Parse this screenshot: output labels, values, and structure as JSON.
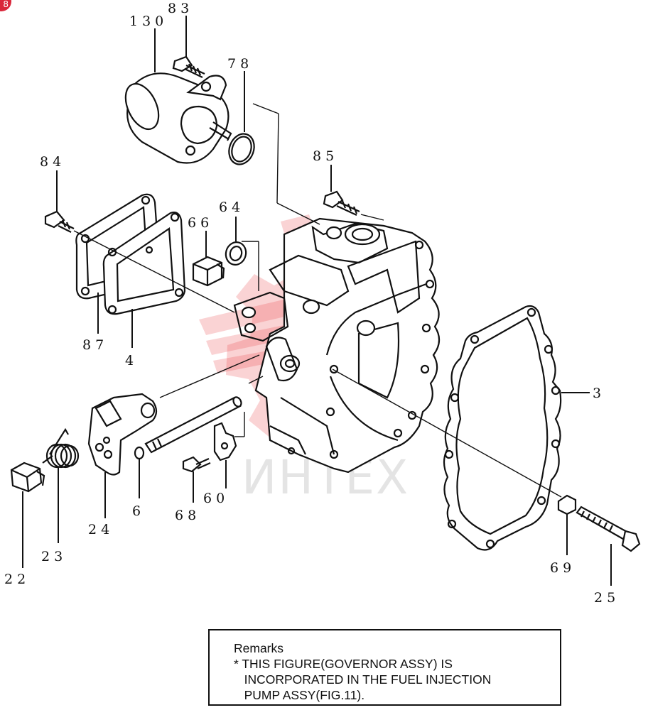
{
  "badge": {
    "text": "8"
  },
  "watermark": {
    "text": "ИНТЕХ",
    "color": "#e8383d"
  },
  "callouts": {
    "c130": "130",
    "c83": "83",
    "c78": "78",
    "c84": "84",
    "c85": "85",
    "c66": "66",
    "c64": "64",
    "c87": "87",
    "c4": "4",
    "c3": "3",
    "c24": "24",
    "c6": "6",
    "c68": "68",
    "c60": "60",
    "c23": "23",
    "c22": "22",
    "c69": "69",
    "c25": "25"
  },
  "remarks": {
    "title": "Remarks",
    "line1": "* THIS FIGURE(GOVERNOR ASSY) IS",
    "line2": "   INCORPORATED IN THE FUEL INJECTION",
    "line3": "   PUMP ASSY(FIG.11)."
  }
}
